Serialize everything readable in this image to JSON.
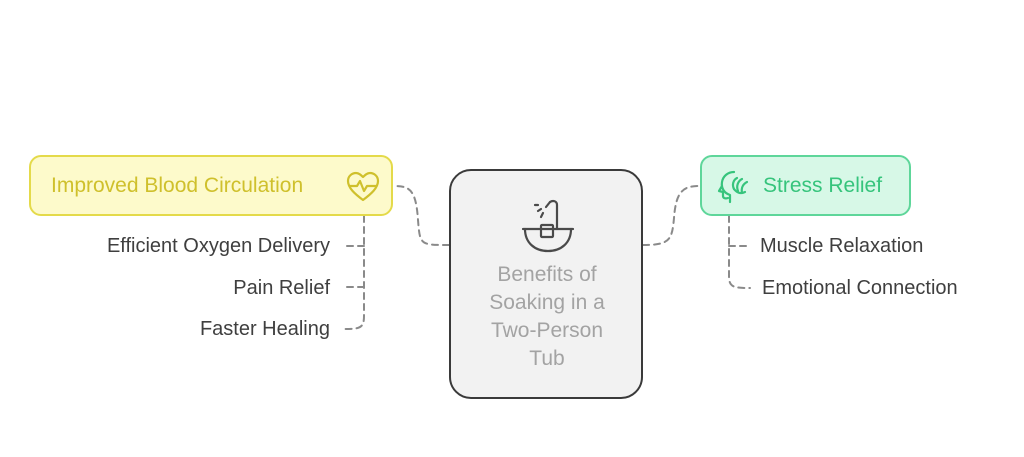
{
  "center": {
    "title_lines": [
      "Benefits of",
      "Soaking in a",
      "Two-Person",
      "Tub"
    ],
    "icon": "bathtub-shower-icon"
  },
  "left_topic": {
    "label": "Improved Blood Circulation",
    "icon": "heart-pulse-icon",
    "items": [
      "Efficient Oxygen Delivery",
      "Pain Relief",
      "Faster Healing"
    ]
  },
  "right_topic": {
    "label": "Stress Relief",
    "icon": "head-mind-icon",
    "items": [
      "Muscle Relaxation",
      "Emotional Connection"
    ]
  },
  "colors": {
    "left_accent": "#e4da4a",
    "left_fill": "#fdfacb",
    "right_accent": "#5ed69a",
    "right_fill": "#d7f8e7",
    "center_fill": "#f2f2f2",
    "center_border": "#3a3a3a",
    "connector": "#8a8a8a"
  }
}
